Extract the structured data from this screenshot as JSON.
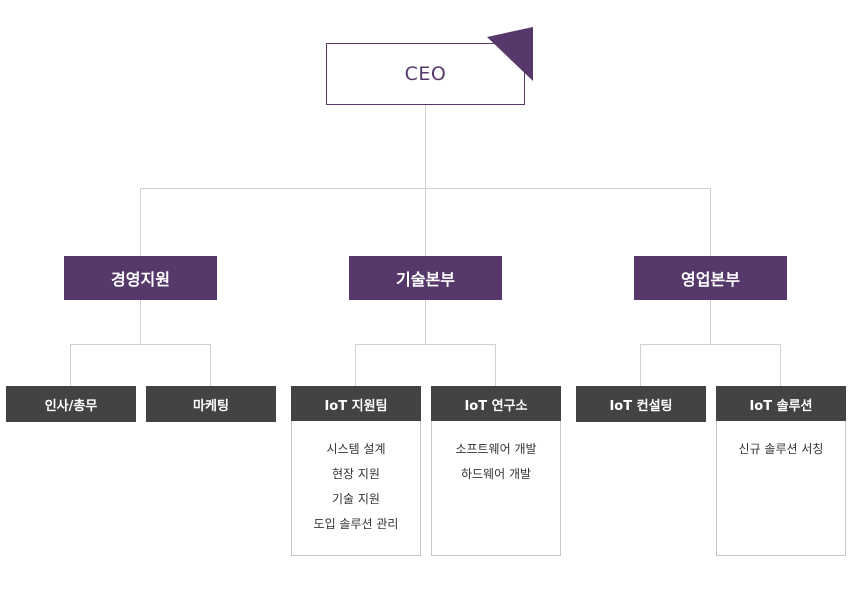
{
  "ceo": {
    "label": "CEO",
    "accent": "#56386b"
  },
  "divisions": [
    {
      "label": "경영지원"
    },
    {
      "label": "기술본부"
    },
    {
      "label": "영업본부"
    }
  ],
  "teams": [
    {
      "label": "인사/총무"
    },
    {
      "label": "마케팅"
    },
    {
      "label": "IoT 지원팀",
      "duties": [
        "시스템 설계",
        "현장 지원",
        "기술 지원",
        "도입 솔루션 관리"
      ]
    },
    {
      "label": "IoT 연구소",
      "duties": [
        "소프트웨어 개발",
        "하드웨어 개발"
      ]
    },
    {
      "label": "IoT 컨설팅"
    },
    {
      "label": "IoT 솔루션",
      "duties": [
        "신규 솔루션 서칭"
      ]
    }
  ],
  "colors": {
    "division_bg": "#56386b",
    "team_bg": "#434343",
    "connector": "#d0d0d0"
  }
}
